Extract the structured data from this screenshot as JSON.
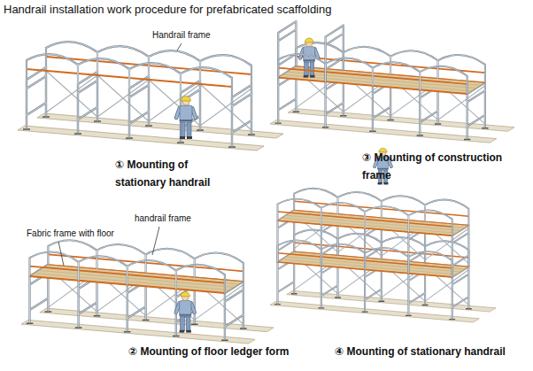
{
  "diagram": {
    "title": "Handrail installation work procedure for prefabricated scaffolding",
    "labels": [
      "Handrail frame",
      "① Mounting of stationary handrail",
      "③ Mounting of construction frame",
      "Fabric frame with floor",
      "handrail frame",
      "② Mounting of floor ledger form",
      "④ Mounting of stationary handrail"
    ]
  }
}
